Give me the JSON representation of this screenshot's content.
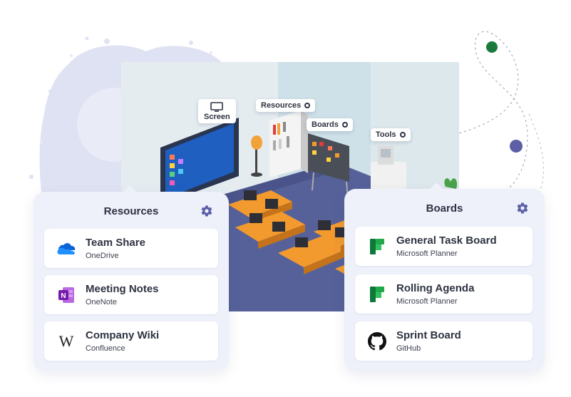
{
  "colors": {
    "panel_bg": "#eef0fa",
    "card_bg": "#ffffff",
    "text_dark": "#2f3342",
    "accent_purple": "#5b60a8",
    "dot_green": "#1a7a3c",
    "dot_purple": "#5d5fa6",
    "floor_blue": "#56619a",
    "desk_orange": "#f29a2e"
  },
  "scene": {
    "tags": {
      "screen": "Screen",
      "resources": "Resources",
      "boards": "Boards",
      "tools": "Tools"
    }
  },
  "resources_panel": {
    "title": "Resources",
    "settings_icon": "gear-icon",
    "items": [
      {
        "name": "Team Share",
        "source": "OneDrive",
        "icon": "onedrive-icon"
      },
      {
        "name": "Meeting Notes",
        "source": "OneNote",
        "icon": "onenote-icon"
      },
      {
        "name": "Company Wiki",
        "source": "Confluence",
        "icon": "wikipedia-icon"
      }
    ]
  },
  "boards_panel": {
    "title": "Boards",
    "settings_icon": "gear-icon",
    "items": [
      {
        "name": "General Task Board",
        "source": "Microsoft Planner",
        "icon": "planner-icon"
      },
      {
        "name": "Rolling Agenda",
        "source": "Microsoft Planner",
        "icon": "planner-icon"
      },
      {
        "name": "Sprint Board",
        "source": "GitHub",
        "icon": "github-icon"
      }
    ]
  }
}
